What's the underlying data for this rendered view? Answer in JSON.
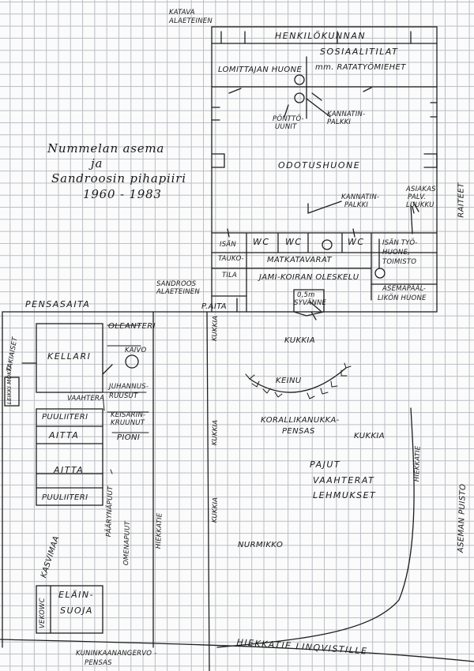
{
  "title": {
    "line1": "Nummelan asema",
    "line2": "ja",
    "line3": "Sandroosin pihapiiri",
    "line4": "1960 - 1983"
  },
  "station": {
    "katava": "KATAVA",
    "alateinen_top": "ALAETEINEN",
    "henkilokunnan": "HENKILÖKUNNAN",
    "sosiaalitilat": "SOSIAALITILAT",
    "lomittajan": "LOMITTAJAN HUONE",
    "ratatyomiehet": "mm. RATATYÖMIEHET",
    "ponttouunit_1": "PÖNTTÖ-",
    "ponttouunit_2": "UUNIT",
    "kannatinpalkki_1": "KANNATIN-",
    "kannatinpalkki_2": "PALKKI",
    "odotushuone": "ODOTUSHUONE",
    "kannatinpalkki2_1": "KANNATIN-",
    "kannatinpalkki2_2": "PALKKI",
    "asiakas_1": "ASIAKAS",
    "asiakas_2": "PALV.",
    "asiakas_3": "LUUKKU",
    "isan_1": "ISÄN",
    "isan_2": "TAUKO-",
    "isan_3": "TILA",
    "wc1": "WC",
    "wc2": "WC",
    "wc3": "WC",
    "matkatavarat": "MATKATAVARAT",
    "jami": "JAMI-KOIRAN OLESKELU",
    "isan_tyo_1": "ISÄN TYÖ-",
    "isan_tyo_2": "HUONE,",
    "isan_tyo_3": "TOIMISTO",
    "asemapaal_1": "ASEMAPÄÄL-",
    "asemapaal_2": "LIKÖN HUONE",
    "syvanne_1": "0,5m",
    "syvanne_2": "SYVÄNNE",
    "sandroos_1": "SANDROOS",
    "sandroos_2": "ALAETEINEN",
    "p_aita": "P.AITA",
    "raiteet": "RAITEET"
  },
  "yard": {
    "pensasaita": "PENSASAITA",
    "takiaiset": "TAKIAISET",
    "leikkimokki": "LEIKKI MÖKKI",
    "kellari": "KELLARI",
    "oleanteri": "OLEANTERI",
    "kaivo": "KAIVO",
    "juhannusruusut_1": "JUHANNUS-",
    "juhannusruusut_2": "RUUSUT",
    "vaahtera": "VAAHTERA",
    "puuliiteri_1": "PUULIITERI",
    "aitta_1": "AITTA",
    "aitta_2": "AITTA",
    "puuliiteri_2": "PUULIITERI",
    "keisarinkruunut_1": "KEISARIN-",
    "keisarinkruunut_2": "KRUUNUT",
    "pioni": "PIONI",
    "paarynapuut": "PÄÄRYNÄPUUT",
    "omenapuut": "OMENAPUUT",
    "hiekkatie_left": "HIEKKATIE",
    "kasvimaa": "KASVIMAA",
    "vekowc": "VEKOWC",
    "elainsuoja_1": "ELÄIN-",
    "elainsuoja_2": "SUOJA",
    "kukkia_1": "KUKKIA",
    "kukkia_2": "KUKKIA",
    "kukkia_3": "KUKKIA",
    "kukkia_4": "KUKKIA",
    "kukkia_5": "KUKKIA",
    "keinu": "KEINU",
    "korallikanukka_1": "KORALLIKANUKKA-",
    "korallikanukka_2": "PENSAS",
    "pajut": "PAJUT",
    "vaahterat": "VAAHTERAT",
    "lehmukset": "LEHMUKSET",
    "nurmikko": "NURMIKKO",
    "hiekkatie_right": "HIEKKATIE",
    "aseman_puisto": "ASEMAN PUISTO",
    "hiekkatie_bottom": "HIEKKATIE LINQVISTILLE",
    "kuninkaan_1": "KUNINKAANANGERVO -",
    "kuninkaan_2": "PENSAS"
  }
}
